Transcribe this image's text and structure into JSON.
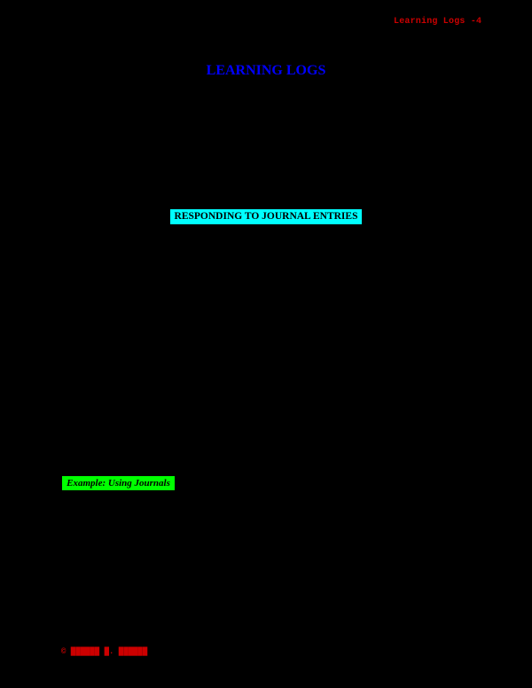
{
  "page": {
    "header": "Learning Logs -4",
    "title": "LEARNING LOGS",
    "section_heading": "RESPONDING TO JOURNAL ENTRIES",
    "example_label": "Example: Using Journals",
    "footer": "© ██████ █. ██████"
  },
  "colors": {
    "background": "#000000",
    "header_text": "#cc0000",
    "title_text": "#0000ff",
    "section_highlight": "#00ffff",
    "example_highlight": "#00ff00"
  }
}
